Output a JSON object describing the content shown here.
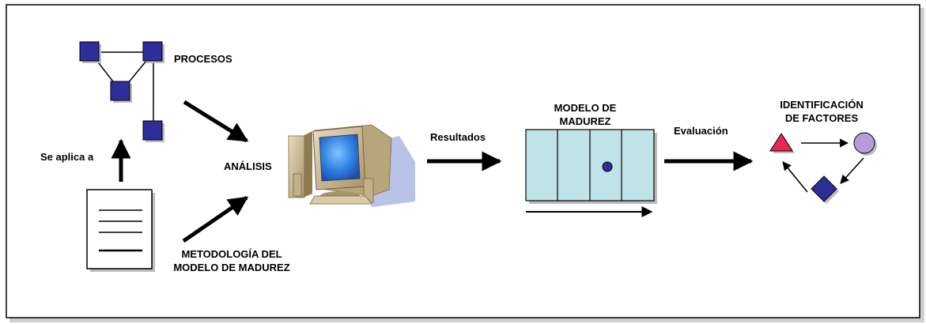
{
  "labels": {
    "procesos": "PROCESOS",
    "se_aplica_a": "Se aplica a",
    "analisis": "ANÁLISIS",
    "metodologia_line1": "METODOLOGÍA DEL",
    "metodologia_line2": "MODELO DE MADUREZ",
    "resultados": "Resultados",
    "modelo_line1": "MODELO DE",
    "modelo_line2": "MADUREZ",
    "evaluacion": "Evaluación",
    "identificacion_line1": "IDENTIFICACIÓN",
    "identificacion_line2": "DE FACTORES"
  },
  "colors": {
    "node_fill": "#2e2e9a",
    "maturity_fill": "#bfe3e6",
    "triangle_fill": "#e8264f",
    "circle_fill": "#b39ddb",
    "diamond_fill": "#2e2e9a",
    "shadow": "#bdbdbd"
  },
  "icons": {
    "process_graph": "process-graph-icon",
    "document": "document-icon",
    "computer": "computer-icon",
    "maturity_model": "maturity-model-icon",
    "factors_cycle": "factors-cycle-icon"
  }
}
